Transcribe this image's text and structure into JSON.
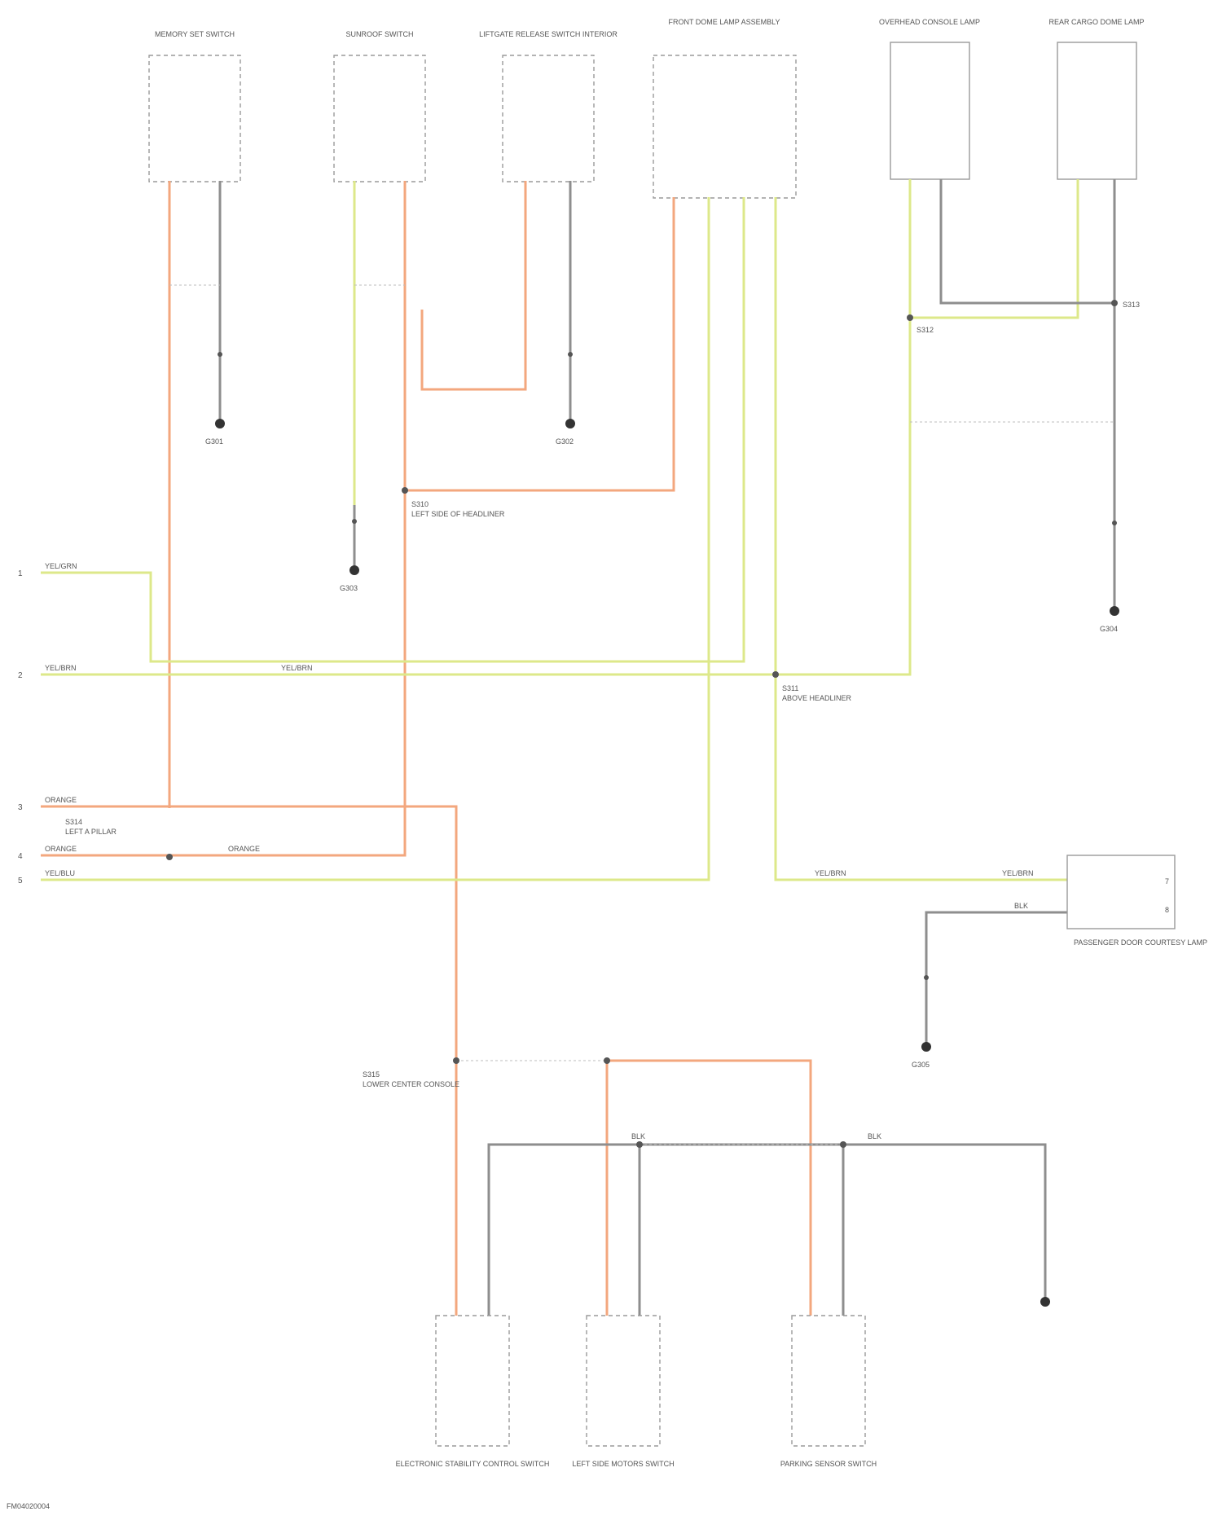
{
  "diagram": {
    "top_components": [
      "MEMORY SET SWITCH",
      "SUNROOF SWITCH",
      "LIFTGATE RELEASE SWITCH INTERIOR",
      "FRONT DOME LAMP ASSEMBLY",
      "OVERHEAD CONSOLE LAMP",
      "REAR CARGO DOME LAMP"
    ],
    "bottom_components": [
      "ELECTRONIC STABILITY CONTROL SWITCH",
      "LEFT SIDE MOTORS SWITCH",
      "PARKING SENSOR SWITCH"
    ],
    "right_component": {
      "name": "PASSENGER DOOR COURTESY LAMP",
      "pin_upper": "7",
      "pin_lower": "8"
    },
    "edge_markers": [
      "1",
      "2",
      "3",
      "4",
      "5"
    ],
    "wire_labels": {
      "w1": "YEL/GRN",
      "w2": "YEL/BRN",
      "w3": "ORANGE",
      "w4": "ORANGE",
      "w5": "YEL/BLU",
      "mid_orange": "ORANGE",
      "mid_yellow": "YEL/BRN",
      "right_yellow": "YEL/BRN",
      "right_yellow2": "YEL/BRN",
      "gray_right": "BLK",
      "gray_bottom1": "BLK",
      "gray_bottom2": "BLK"
    },
    "splices": {
      "s1": "S310",
      "s2": "S311",
      "s3": "S312",
      "s4": "S313",
      "s5": "S314",
      "s6": "S315"
    },
    "grounds": {
      "g1": "G301",
      "g2": "G302",
      "g3": "G303",
      "g4": "G304",
      "g5": "G305"
    },
    "notes": {
      "splice_note_left": "LEFT A PILLAR",
      "splice_note_mid": "LEFT SIDE OF HEADLINER",
      "splice_note_right": "ABOVE HEADLINER",
      "splice_note_bottom": "LOWER CENTER CONSOLE"
    },
    "footer_code": "FM04020004"
  }
}
